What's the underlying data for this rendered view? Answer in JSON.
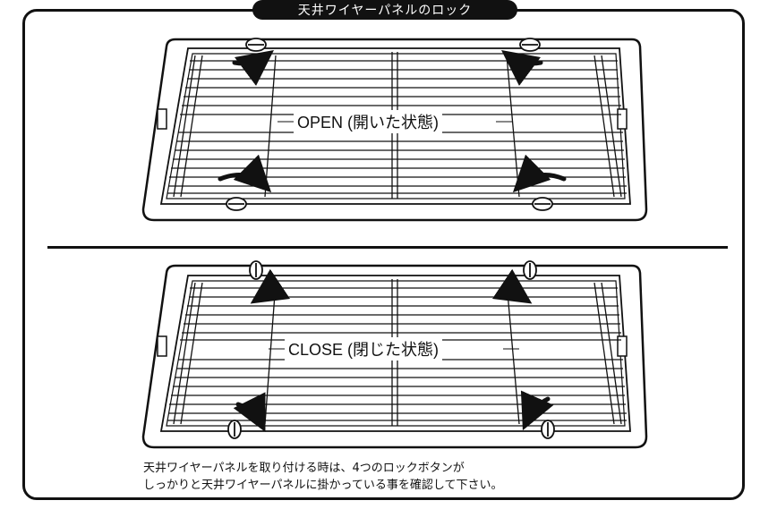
{
  "title": "天井ワイヤーパネルのロック",
  "panels": {
    "open": {
      "label": "OPEN (開いた状態)"
    },
    "close": {
      "label": "CLOSE (閉じた状態)"
    }
  },
  "note": {
    "line1": "天井ワイヤーパネルを取り付ける時は、4つのロックボタンが",
    "line2": "しっかりと天井ワイヤーパネルに掛かっている事を確認して下さい。"
  },
  "colors": {
    "ink": "#111111",
    "background": "#ffffff"
  }
}
